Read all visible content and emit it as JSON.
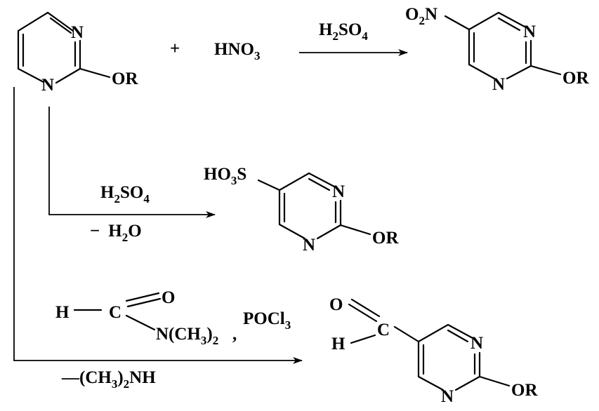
{
  "atoms": {
    "N": "N",
    "OR": "OR",
    "O": "O",
    "H": "H",
    "C": "C",
    "S": "S"
  },
  "reaction1": {
    "plus": "+",
    "reagent_main": "HNO",
    "reagent_sub": "3",
    "catalyst_main1": "H",
    "catalyst_sub1": "2",
    "catalyst_main2": "SO",
    "catalyst_sub2": "4",
    "product_group_main1": "O",
    "product_group_sub": "2",
    "product_group_main2": "N"
  },
  "reaction2": {
    "reagent_main1": "H",
    "reagent_sub1": "2",
    "reagent_main2": "SO",
    "reagent_sub2": "4",
    "byproduct_minus": "−",
    "byproduct_main1": "H",
    "byproduct_sub": "2",
    "byproduct_main2": "O",
    "product_group_main1": "HO",
    "product_group_sub": "3",
    "product_group_main2": "S"
  },
  "reaction3": {
    "dmf_amine_main1": "N(CH",
    "dmf_amine_sub1": "3",
    "dmf_amine_main2": ")",
    "dmf_amine_sub2": "2",
    "comma": ",",
    "pocl_main": "POCl",
    "pocl_sub": "3",
    "byproduct_main1": "—(CH",
    "byproduct_sub1": "3",
    "byproduct_main2": ")",
    "byproduct_sub2": "2",
    "byproduct_main3": "NH"
  }
}
